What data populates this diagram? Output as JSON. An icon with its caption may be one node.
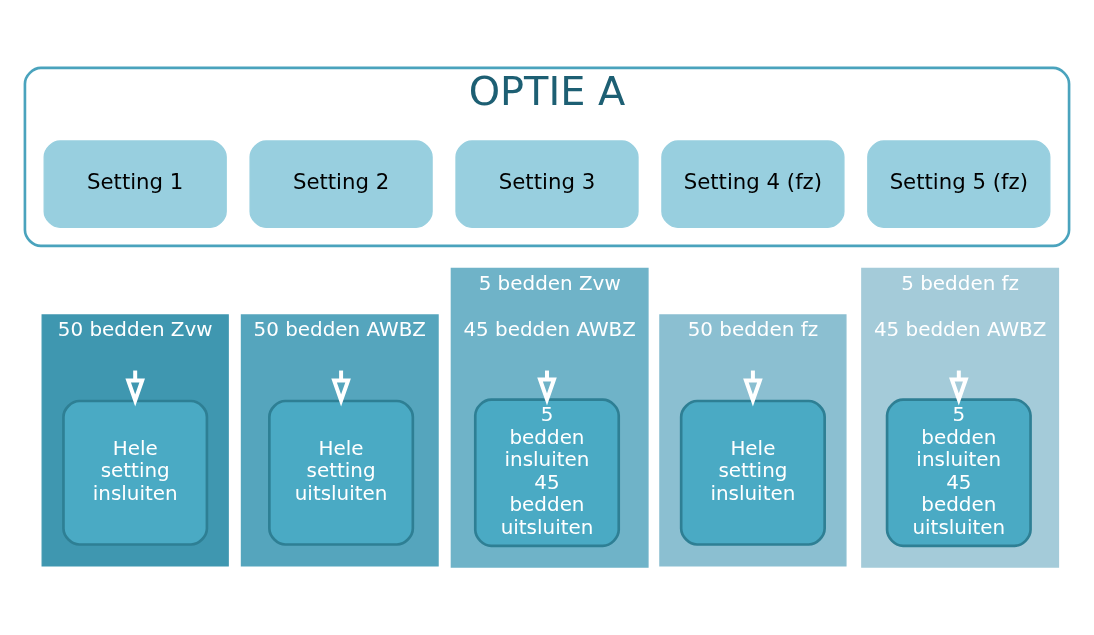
{
  "diagram": {
    "nodes": [
      {
        "text": [
          "OPTIE A"
        ]
      },
      {
        "text": [
          "Setting 1"
        ],
        "in": 0
      },
      {
        "text": [
          "Setting 2"
        ],
        "in": 0
      },
      {
        "text": [
          "Setting 3"
        ],
        "in": 0
      },
      {
        "text": [
          "Setting 4 (fz)"
        ],
        "in": 0
      },
      {
        "text": [
          "Setting 5 (fz)"
        ],
        "in": 0
      },
      {
        "text": [
          "50 bedden Zvw"
        ]
      },
      {
        "text": [
          "Hele setting insluiten"
        ],
        "in": 6
      },
      {
        "text": [
          "50 bedden AWBZ"
        ]
      },
      {
        "text": [
          "Hele setting uitsluiten"
        ],
        "in": 8
      },
      {
        "text": [
          "5 bedden Zvw",
          "45 bedden AWBZ"
        ]
      },
      {
        "text": [
          "5 bedden insluiten 45 bedden uitsluiten"
        ],
        "in": 10
      },
      {
        "text": [
          "50 bedden fz"
        ]
      },
      {
        "text": [
          "Hele setting insluiten"
        ],
        "in": 12
      },
      {
        "text": [
          "5 bedden fz",
          "45 bedden AWBZ"
        ]
      },
      {
        "text": [
          "5 bedden insluiten 45 bedden uitsluiten"
        ],
        "in": 14
      }
    ],
    "edges": [
      {
        "from": null,
        "to": 7,
        "arrow": "to"
      },
      {
        "from": null,
        "to": 9,
        "arrow": "to"
      },
      {
        "from": null,
        "to": 11,
        "arrow": "to"
      },
      {
        "from": null,
        "to": 13,
        "arrow": "to"
      },
      {
        "from": null,
        "to": 15,
        "arrow": "to"
      }
    ]
  }
}
